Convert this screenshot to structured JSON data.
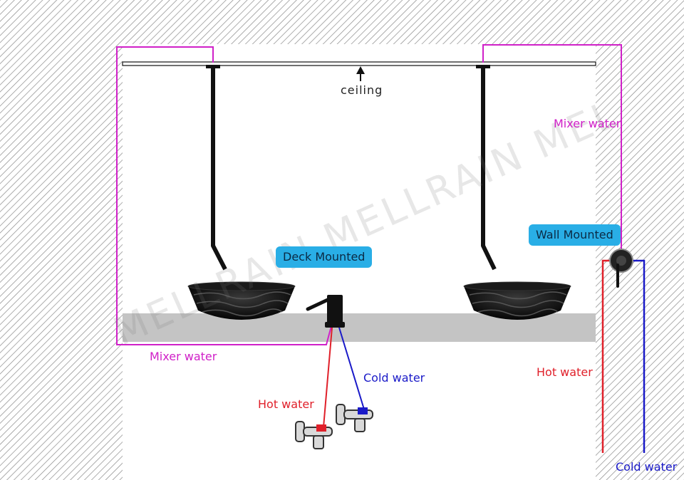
{
  "labels": {
    "ceiling": "ceiling",
    "mixer_top": "Mixer water",
    "mixer_bottom": "Mixer water",
    "hot_left": "Hot water",
    "cold_left": "Cold water",
    "hot_right": "Hot water",
    "cold_right": "Cold water",
    "deck_badge": "Deck Mounted",
    "wall_badge": "Wall Mounted"
  },
  "watermark": "MELLRAIN MELLRAIN MEL",
  "colors": {
    "mixer": "#d020c8",
    "hot": "#e0202a",
    "cold": "#1a1ac8",
    "badge": "#29aee6",
    "counter": "#c4c4c4",
    "fixture": "#111111"
  }
}
